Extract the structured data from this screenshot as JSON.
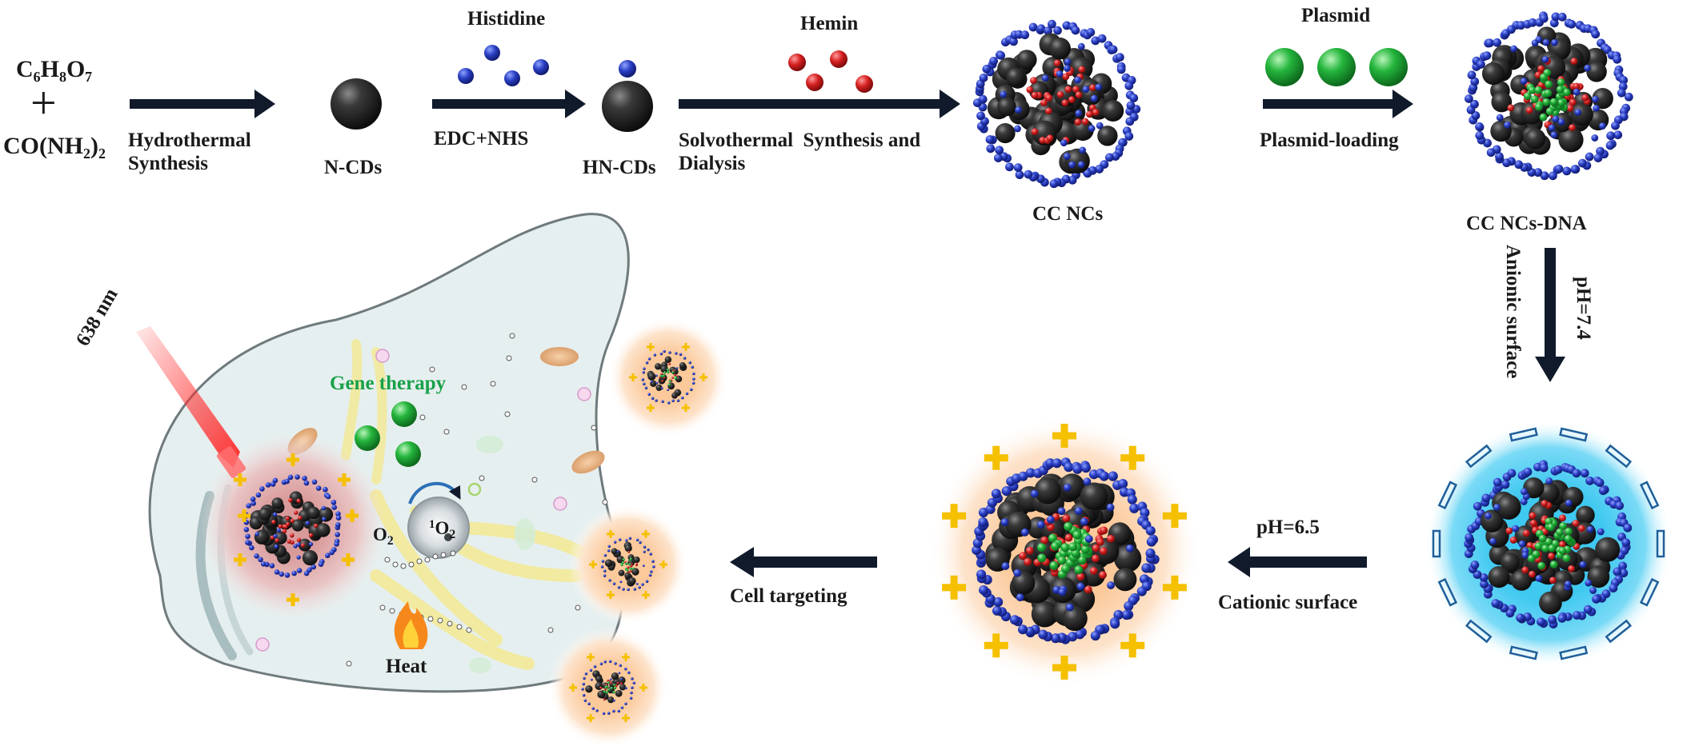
{
  "reagents": {
    "citric_acid": "C₆H₈O₇",
    "plus": "+",
    "urea": "CO(NH₂)₂"
  },
  "steps": {
    "step1_label": "Hydrothermal\nSynthesis",
    "step2_top": "Histidine",
    "step2_bottom": "EDC+NHS",
    "step3_top": "Hemin",
    "step3_bottom": "Solvothermal  Synthesis and\nDialysis",
    "step4_top": "Plasmid",
    "step4_bottom": "Plasmid-loading",
    "step5_label_a": "Anionic surface",
    "step5_label_b": "pH=7.4",
    "step6_top": "pH=6.5",
    "step6_bottom": "Cationic surface",
    "step7_bottom": "Cell targeting"
  },
  "products": {
    "n_cds": "N-CDs",
    "hn_cds": "HN-CDs",
    "cc_ncs": "CC NCs",
    "cc_ncs_dna": "CC NCs-DNA"
  },
  "cell": {
    "laser": "638 nm",
    "gene_therapy": "Gene therapy",
    "oxygen": "O",
    "singlet_oxygen": "O",
    "heat": "Heat"
  },
  "colors": {
    "arrow": "#101a2a",
    "carbon_dot": "#2b2b2b",
    "histidine": "#2337b8",
    "hemin": "#d42424",
    "plasmid": "#1ea43c",
    "anionic_glow": "#3fc8f0",
    "cationic_glow": "#fbd7b2",
    "plus_sign": "#f5c000",
    "cell_fill": "#e6efef"
  }
}
